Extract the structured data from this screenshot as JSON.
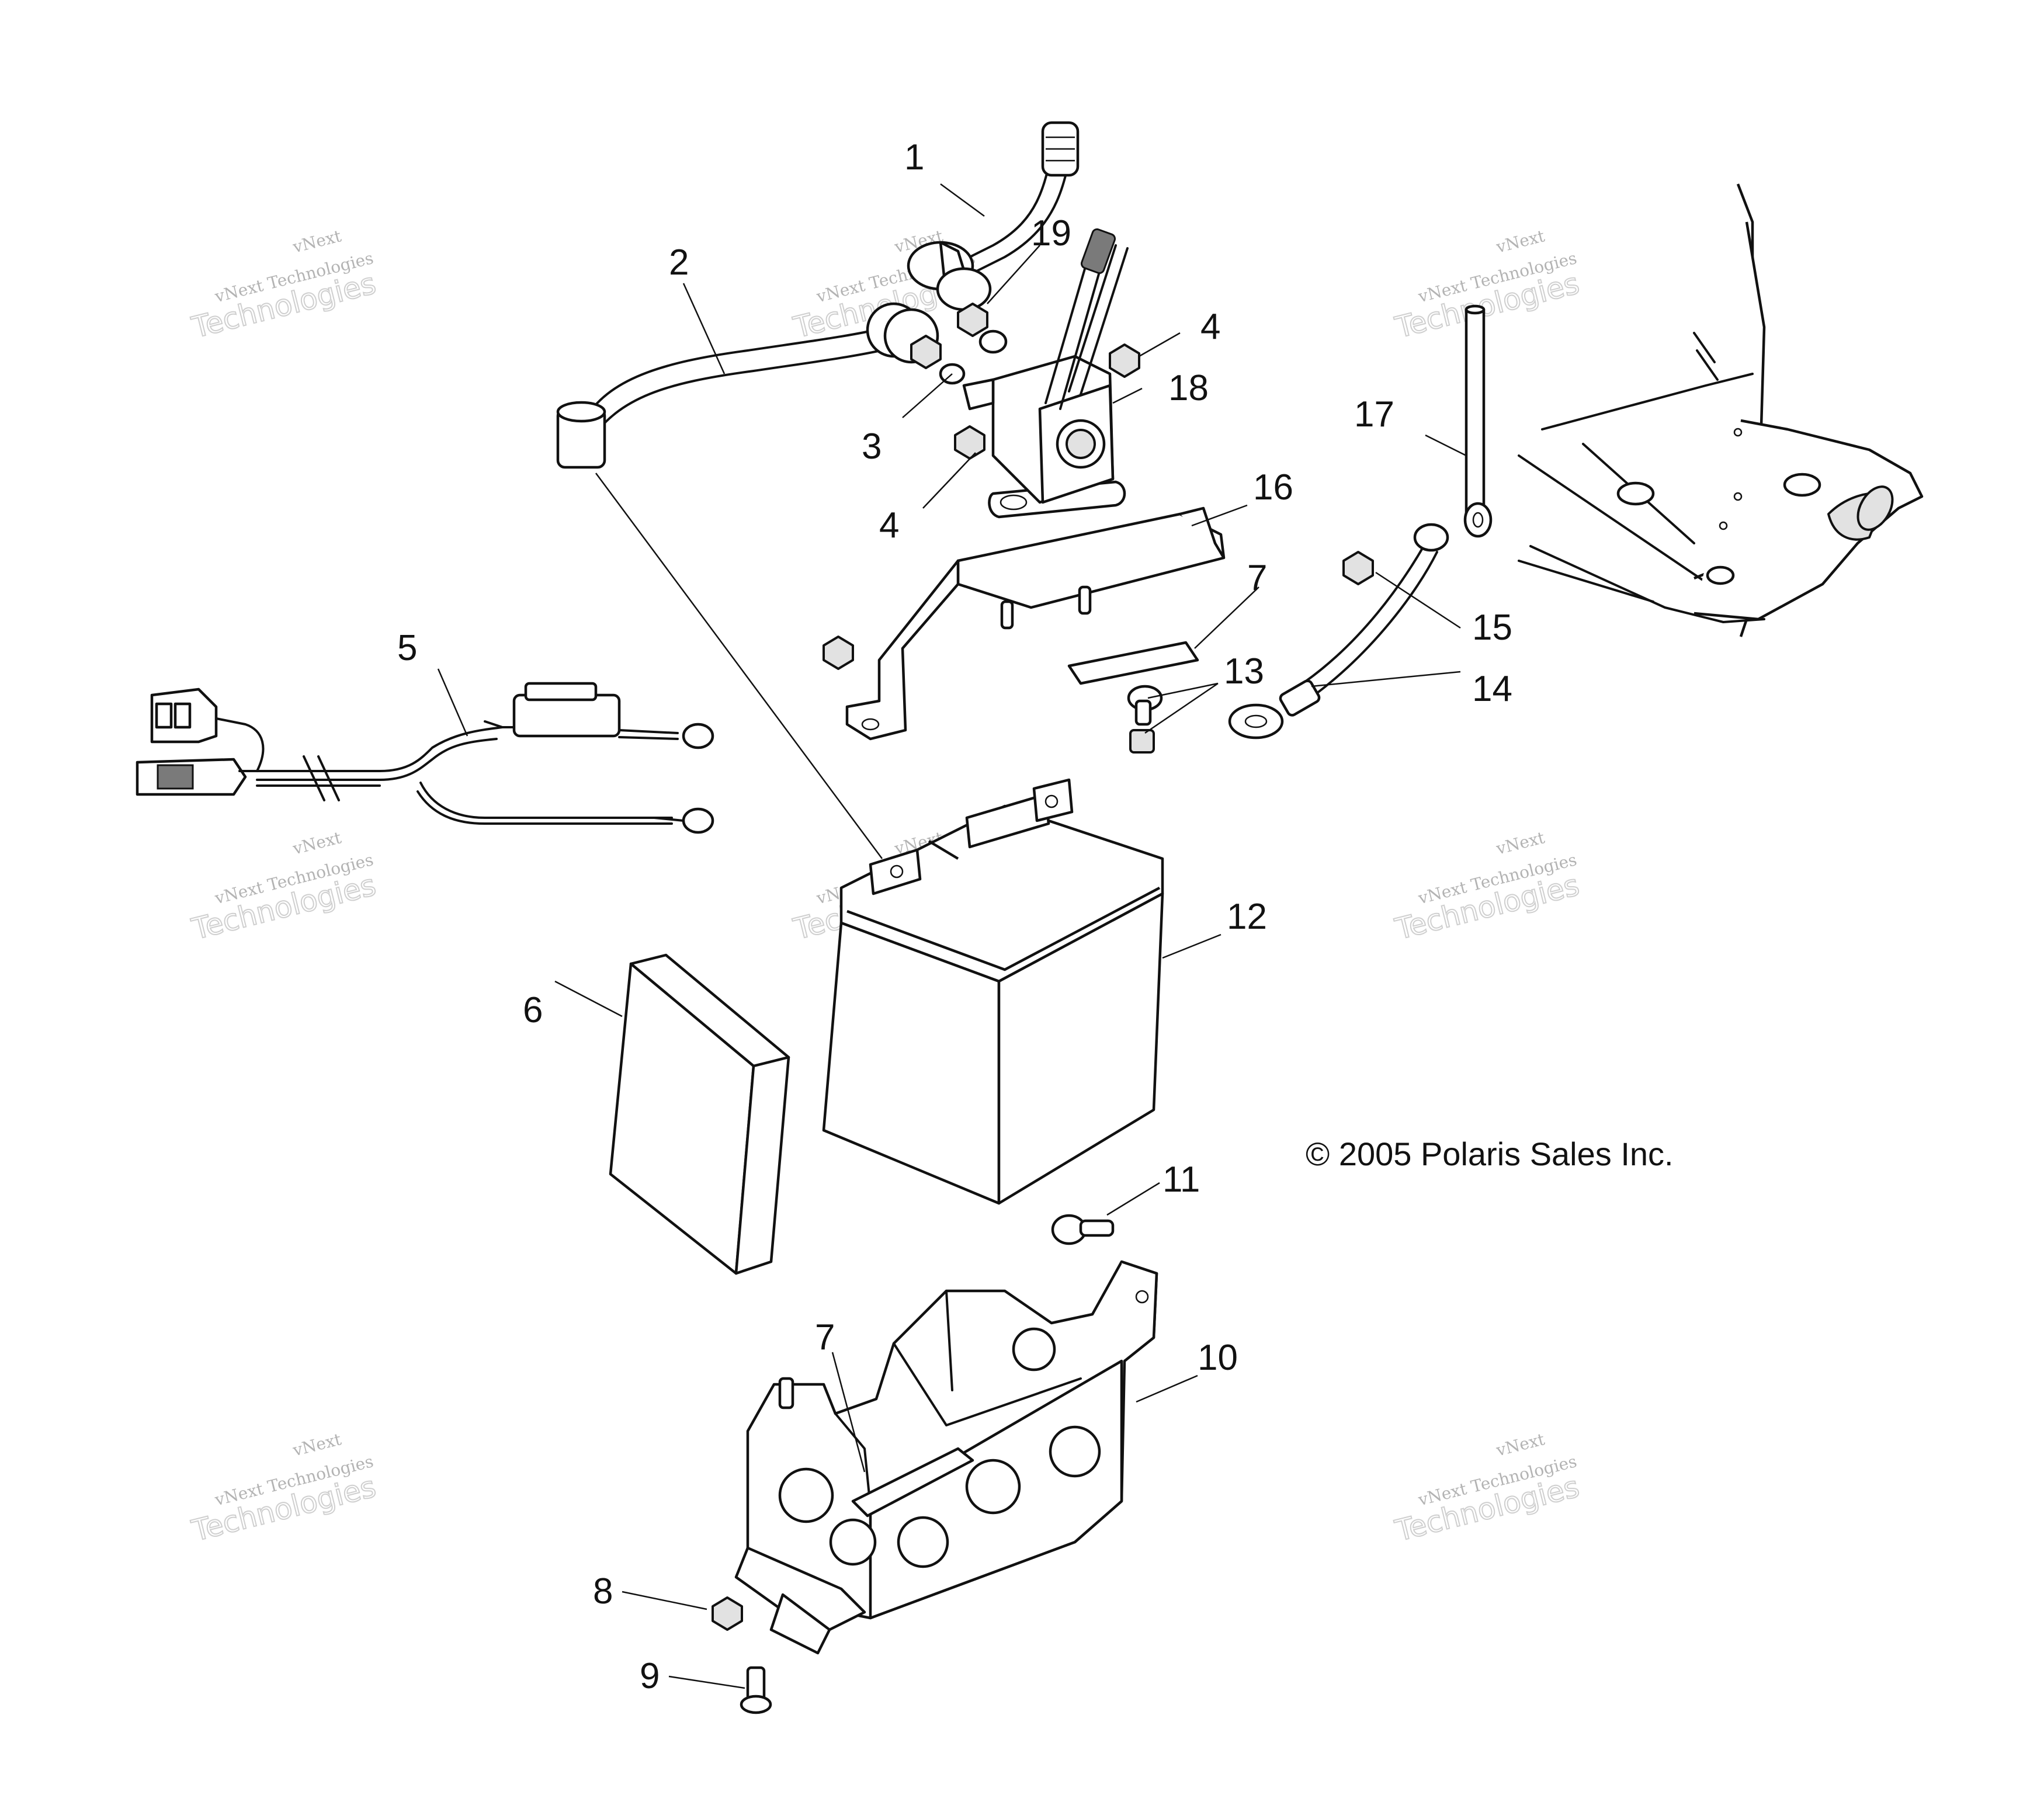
{
  "callouts": [
    "1",
    "2",
    "3",
    "4",
    "4",
    "5",
    "6",
    "7",
    "7",
    "8",
    "9",
    "10",
    "11",
    "12",
    "13",
    "14",
    "15",
    "16",
    "17",
    "18",
    "19"
  ],
  "copyright": "© 2005 Polaris Sales Inc.",
  "watermark": {
    "line1": "vNext",
    "line2": "vNext Technologies",
    "line3": "Technologies"
  }
}
